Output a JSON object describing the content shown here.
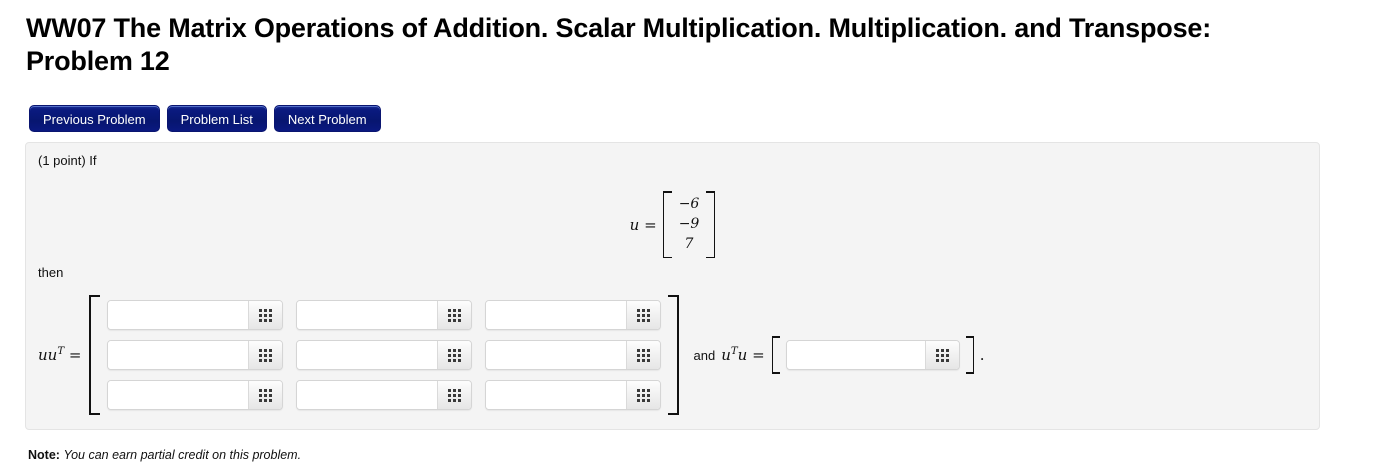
{
  "page": {
    "title": "WW07 The Matrix Operations of Addition. Scalar Multiplication. Multiplication. and Transpose:",
    "subtitle": "Problem 12"
  },
  "nav": {
    "previous_label": "Previous Problem",
    "list_label": "Problem List",
    "next_label": "Next Problem",
    "button_color": "#0a1880"
  },
  "problem": {
    "points_text": "(1 point) If",
    "then_text": "then",
    "vector": {
      "name": "u",
      "equals": "=",
      "entries": [
        "−6",
        "−9",
        "7"
      ]
    },
    "answer": {
      "label_base": "uu",
      "label_sup": "T",
      "label_equals": "=",
      "rows": [
        [
          "",
          "",
          ""
        ],
        [
          "",
          "",
          ""
        ],
        [
          "",
          "",
          ""
        ]
      ],
      "placeholder": "",
      "grid_icon": "grid-keypad-icon"
    },
    "tail": {
      "and_word": "and",
      "label_base_a": "u",
      "label_sup": "T",
      "label_base_b": "u",
      "label_equals": "=",
      "value": "",
      "period": "."
    }
  },
  "note": {
    "label": "Note:",
    "text": "You can earn partial credit on this problem."
  }
}
